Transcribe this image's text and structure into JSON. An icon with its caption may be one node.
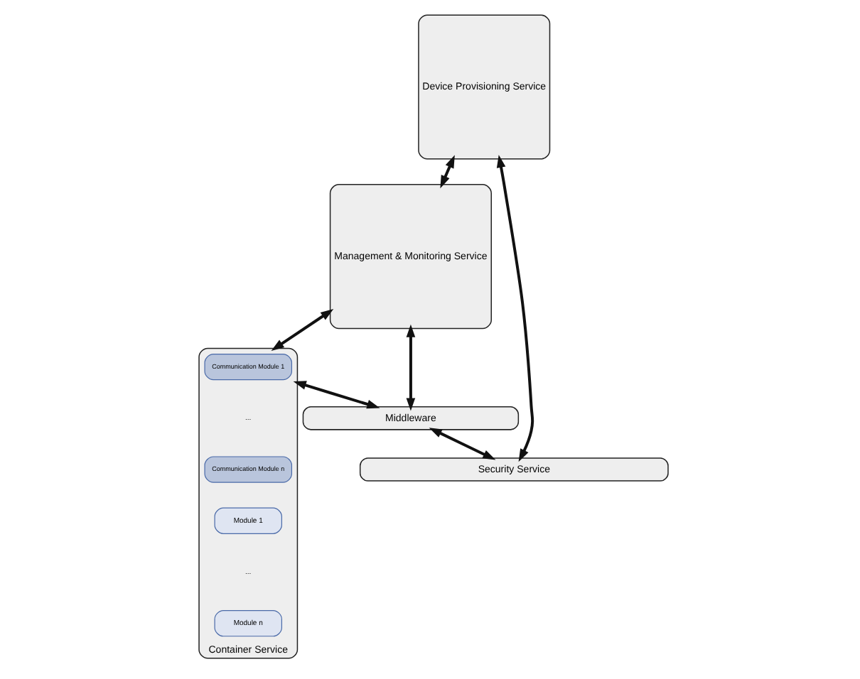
{
  "diagram": {
    "nodes": [
      {
        "text": [
          "Device Provisioning Service"
        ]
      },
      {
        "text": [
          "Management & Monitoring Service"
        ]
      },
      {
        "text": [
          "Container Service"
        ]
      },
      {
        "text": [
          "Communication Module 1"
        ],
        "in": 2
      },
      {
        "text": [
          "Communication Module n"
        ],
        "in": 2
      },
      {
        "text": [
          "Module 1"
        ],
        "in": 2
      },
      {
        "text": [
          "Module n"
        ],
        "in": 2
      },
      {
        "text": [
          "Middleware"
        ]
      },
      {
        "text": [
          "Security Service"
        ]
      }
    ],
    "edges": [
      {
        "from": 0,
        "to": 1,
        "arrow": "both"
      },
      {
        "from": 1,
        "to": 2,
        "arrow": "both"
      },
      {
        "from": 1,
        "to": 7,
        "arrow": "both"
      },
      {
        "from": 2,
        "to": 7,
        "arrow": "both"
      },
      {
        "from": 7,
        "to": 8,
        "arrow": "both"
      },
      {
        "from": 0,
        "to": 8,
        "arrow": "both"
      }
    ],
    "labels": [
      "...",
      "..."
    ]
  }
}
